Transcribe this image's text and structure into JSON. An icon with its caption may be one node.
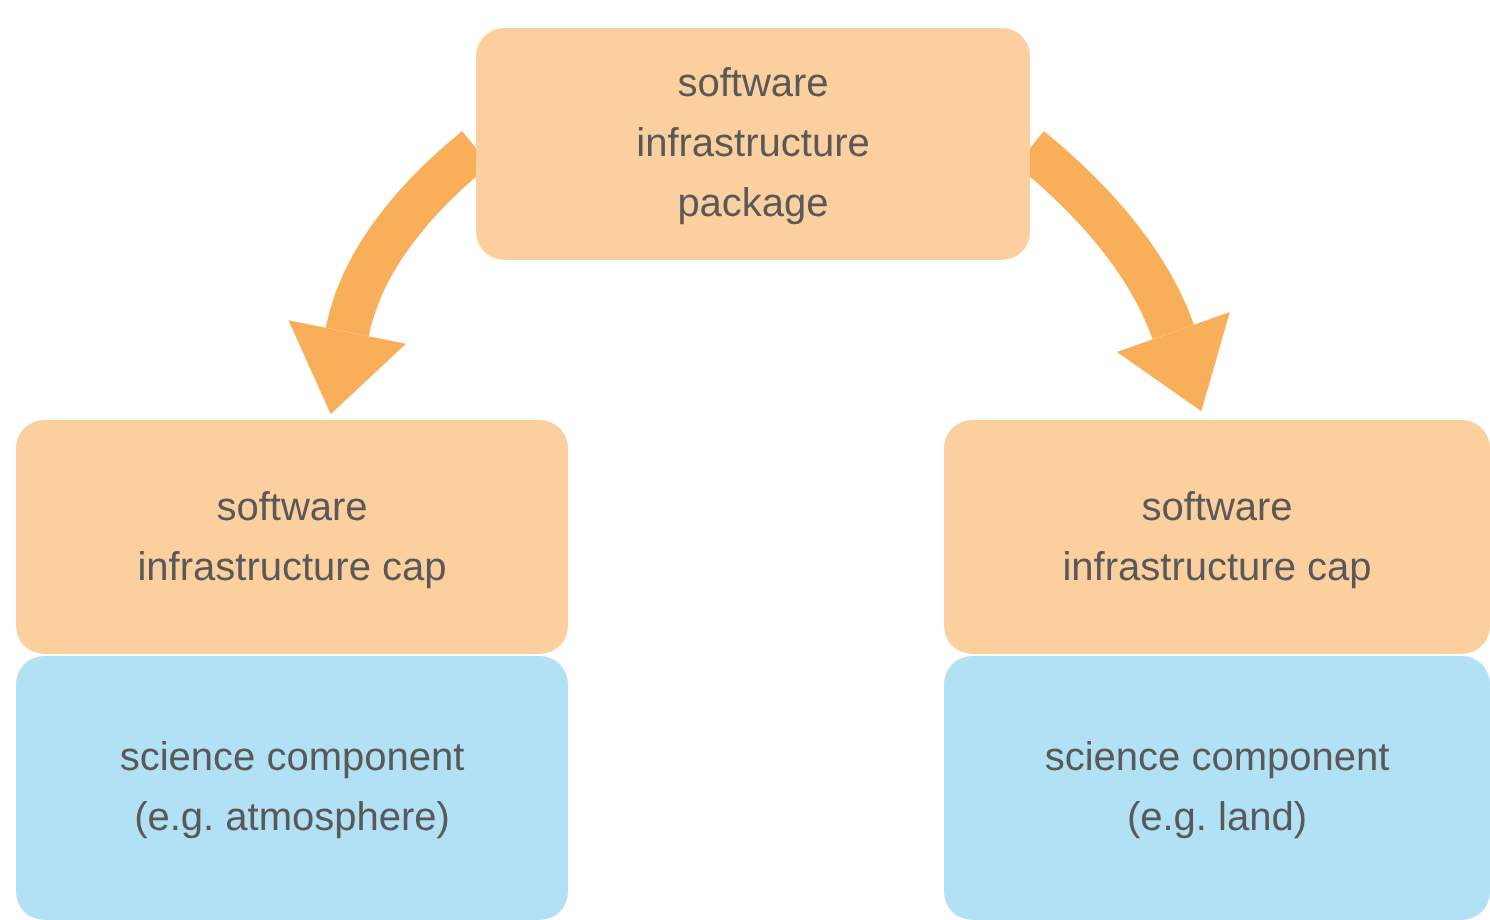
{
  "diagram": {
    "nodes": [
      {
        "text": [
          "software infrastructure package"
        ]
      },
      {
        "text": [
          "software infrastructure cap"
        ]
      },
      {
        "text": [
          "science component (e.g. atmosphere)"
        ]
      },
      {
        "text": [
          "software infrastructure cap"
        ]
      },
      {
        "text": [
          "science component (e.g. land)"
        ]
      }
    ],
    "edges": [
      {
        "from": 0,
        "to": 1,
        "arrow": "to"
      },
      {
        "from": 0,
        "to": 3,
        "arrow": "to"
      }
    ]
  }
}
